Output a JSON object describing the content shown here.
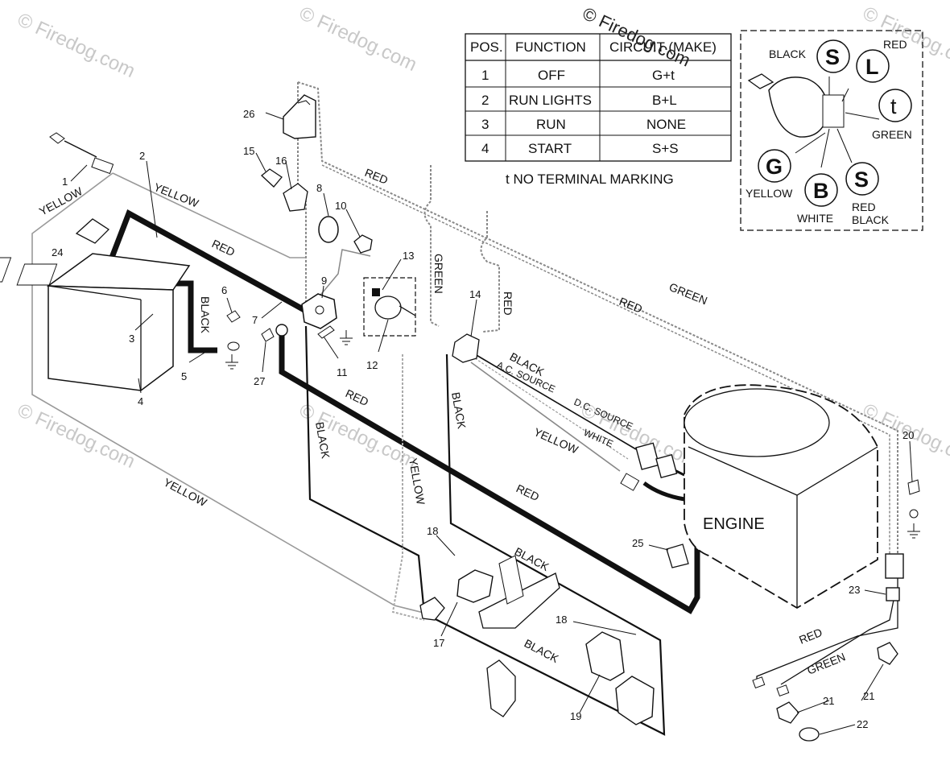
{
  "watermarks": {
    "copyright": "© Firedog.com",
    "site": "© Firedog.com"
  },
  "table": {
    "headers": [
      "POS.",
      "FUNCTION",
      "CIRCUIT (MAKE)"
    ],
    "rows": [
      [
        "1",
        "OFF",
        "G+t"
      ],
      [
        "2",
        "RUN LIGHTS",
        "B+L"
      ],
      [
        "3",
        "RUN",
        "NONE"
      ],
      [
        "4",
        "START",
        "S+S"
      ]
    ],
    "note": "t NO TERMINAL MARKING"
  },
  "switch_inset": {
    "terminals": [
      "S",
      "L",
      "t",
      "G",
      "B",
      "S"
    ],
    "labels": {
      "black": "BLACK",
      "red": "RED",
      "green": "GREEN",
      "yellow": "YELLOW",
      "white": "WHITE",
      "red_black_1": "RED",
      "red_black_2": "BLACK"
    }
  },
  "wire_labels": {
    "yellow": "YELLOW",
    "red": "RED",
    "black": "BLACK",
    "green": "GREEN",
    "white": "WHITE",
    "ac_source": "A.C. SOURCE",
    "dc_source": "D.C. SOURCE"
  },
  "engine_label": "ENGINE",
  "part_numbers": [
    "1",
    "2",
    "3",
    "4",
    "5",
    "6",
    "7",
    "8",
    "9",
    "10",
    "11",
    "12",
    "13",
    "14",
    "15",
    "16",
    "17",
    "18",
    "18",
    "19",
    "20",
    "21",
    "21",
    "22",
    "23",
    "24",
    "25",
    "26",
    "27"
  ],
  "colors": {
    "ink": "#111111",
    "watermark": "#c8c8c8",
    "inset_border": "#333333"
  }
}
